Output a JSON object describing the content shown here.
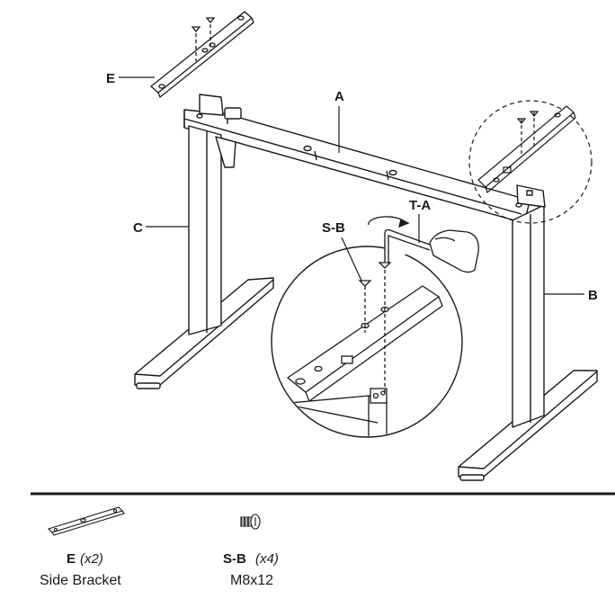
{
  "callouts": {
    "frame": "A",
    "right_leg": "B",
    "left_leg": "C",
    "side_bracket": "E",
    "screw": "S-B",
    "hex_key": "T-A"
  },
  "parts_list": [
    {
      "code": "E",
      "qty": "(x2)",
      "name": "Side Bracket",
      "icon": "side-bracket-icon"
    },
    {
      "code": "S-B",
      "qty": "(x4)",
      "name": "M8x12",
      "icon": "screw-icon"
    }
  ],
  "colors": {
    "line": "#1a1a1a",
    "fill": "#ffffff",
    "rule": "#1a1a1a"
  }
}
